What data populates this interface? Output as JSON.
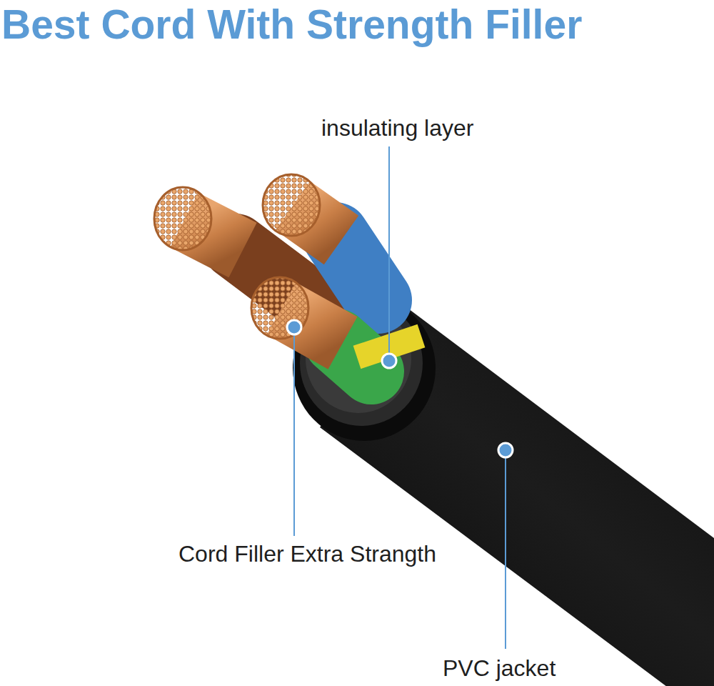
{
  "diagram": {
    "title": "Best Cord With Strength Filler",
    "labels": [
      "insulating layer",
      "Cord Filler Extra Strangth",
      "PVC jacket"
    ]
  }
}
